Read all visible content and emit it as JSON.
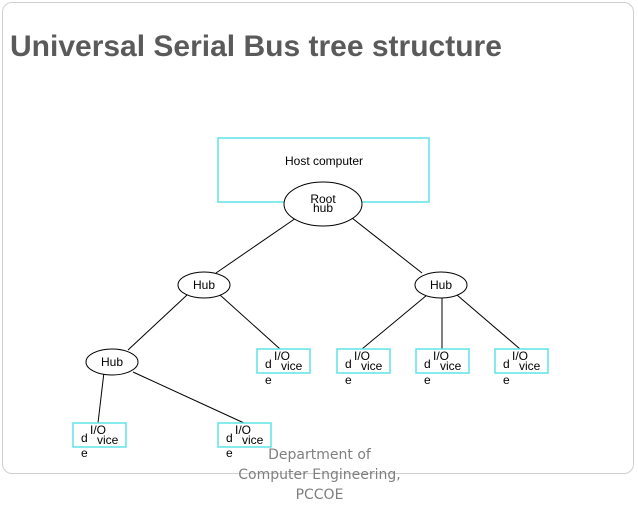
{
  "slide": {
    "title": "Universal Serial Bus tree structure",
    "footer": "Department of Computer Engineering, PCCOE"
  },
  "diagram": {
    "host_label": "Host computer",
    "root_hub": {
      "line1": "Root",
      "line2": "hub"
    },
    "hub_label": "Hub",
    "device": {
      "prefix": "d",
      "top": "I/O",
      "bottom": "vice",
      "suffix": "e"
    }
  },
  "colors": {
    "box_border": "#5fe3e9",
    "title": "#5a5a5a",
    "footer": "#7f7f7f"
  }
}
